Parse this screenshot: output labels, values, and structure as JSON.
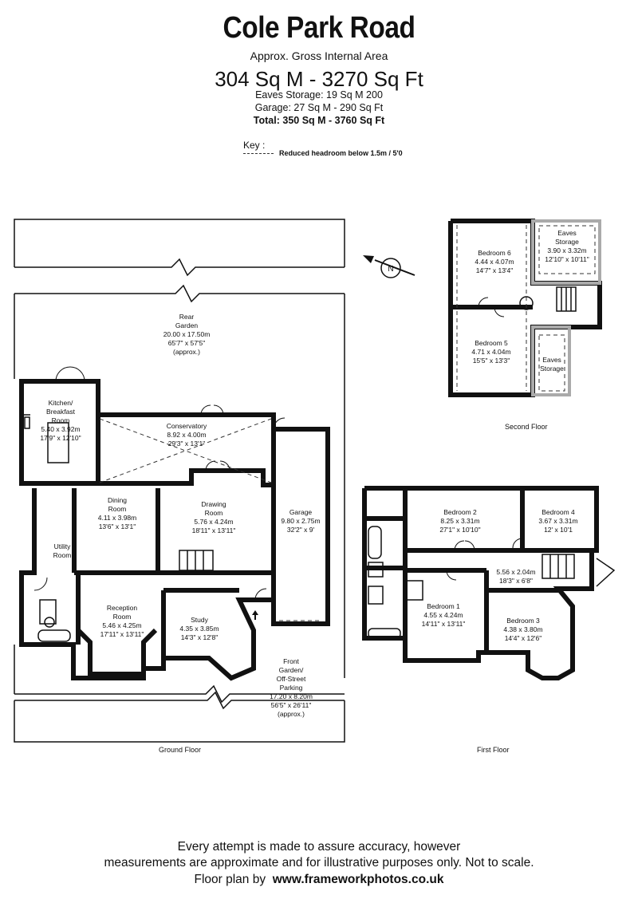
{
  "header": {
    "title": "Cole Park Road",
    "approx_label": "Approx. Gross Internal Area",
    "main_area": "304 Sq M - 3270 Sq Ft",
    "eaves_storage": "Eaves Storage: 19 Sq M 200",
    "garage": "Garage: 27 Sq M - 290 Sq Ft",
    "total": "Total: 350 Sq M - 3760 Sq Ft"
  },
  "key": {
    "label": "Key :",
    "reduced_headroom": "Reduced  headroom below 1.5m / 5'0"
  },
  "floors": {
    "ground": "Ground Floor",
    "first": "First Floor",
    "second": "Second Floor"
  },
  "rooms": {
    "rear_garden": {
      "name1": "Rear",
      "name2": "Garden",
      "m": "20.00 x 17.50m",
      "ft": "65'7\" x 57'5\"",
      "note": "(approx.)"
    },
    "kitchen": {
      "name1": "Kitchen/",
      "name2": "Breakfast",
      "name3": "Room",
      "m": "5.40 x 3.92m",
      "ft": "17'9\" x 12'10\""
    },
    "conservatory": {
      "name": "Conservatory",
      "m": "8.92 x 4.00m",
      "ft": "29'3\" x 13'1\""
    },
    "dining": {
      "name1": "Dining",
      "name2": "Room",
      "m": "4.11 x 3.98m",
      "ft": "13'6\" x 13'1\""
    },
    "drawing": {
      "name1": "Drawing",
      "name2": "Room",
      "m": "5.76 x 4.24m",
      "ft": "18'11\" x 13'11\""
    },
    "garage": {
      "name": "Garage",
      "m": "9.80 x 2.75m",
      "ft": "32'2\" x 9'"
    },
    "utility": {
      "name1": "Utility",
      "name2": "Room"
    },
    "reception": {
      "name1": "Reception",
      "name2": "Room",
      "m": "5.46 x 4.25m",
      "ft": "17'11\" x 13'11\""
    },
    "study": {
      "name": "Study",
      "m": "4.35 x 3.85m",
      "ft": "14'3\" x 12'8\""
    },
    "front_garden": {
      "name1": "Front",
      "name2": "Garden/",
      "name3": "Off-Street",
      "name4": "Parking",
      "m": "17.20 x 8.20m",
      "ft": "56'5\" x 26'11\"",
      "note": "(approx.)"
    },
    "bedroom2": {
      "name": "Bedroom 2",
      "m": "8.25 x 3.31m",
      "ft": "27'1\" x 10'10\""
    },
    "bedroom4": {
      "name": "Bedroom 4",
      "m": "3.67 x 3.31m",
      "ft": "12' x 10'1"
    },
    "landing": {
      "m": "5.56 x 2.04m",
      "ft": "18'3\" x 6'8\""
    },
    "bedroom1": {
      "name": "Bedroom 1",
      "m": "4.55 x 4.24m",
      "ft": "14'11\" x 13'11\""
    },
    "bedroom3": {
      "name": "Bedroom 3",
      "m": "4.38 x 3.80m",
      "ft": "14'4\" x 12'6\""
    },
    "bedroom6": {
      "name": "Bedroom 6",
      "m": "4.44 x 4.07m",
      "ft": "14'7\" x 13'4\""
    },
    "eaves_top": {
      "name1": "Eaves",
      "name2": "Storage",
      "m": "3.90 x 3.32m",
      "ft": "12'10\" x 10'11\""
    },
    "bedroom5": {
      "name": "Bedroom 5",
      "m": "4.71 x 4.04m",
      "ft": "15'5\" x 13'3\""
    },
    "eaves_bottom": {
      "name1": "Eaves",
      "name2": "Storage"
    }
  },
  "compass": {
    "letter": "N"
  },
  "footer": {
    "line1": "Every attempt is made to assure accuracy, however",
    "line2": "measurements are approximate and for illustrative purposes only. Not to scale.",
    "credit_prefix": "Floor plan by",
    "credit_url": "www.frameworkphotos.co.uk"
  }
}
